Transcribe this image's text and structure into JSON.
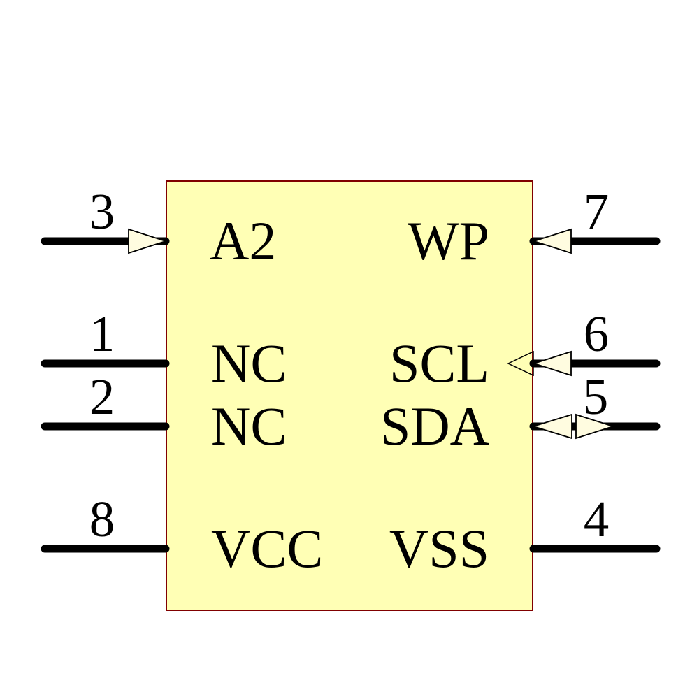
{
  "component": {
    "kind": "8-pin IC schematic symbol",
    "colors": {
      "background": "#FFFFFF",
      "body_fill": "#FFFFB5",
      "body_border": "#800000",
      "pin_line": "#000000",
      "arrow_fill": "#FFFCE0",
      "text": "#000000"
    },
    "pins": {
      "left": [
        {
          "number": "3",
          "label": "A2",
          "direction": "input"
        },
        {
          "number": "1",
          "label": "NC",
          "direction": "none"
        },
        {
          "number": "2",
          "label": "NC",
          "direction": "none"
        },
        {
          "number": "8",
          "label": "VCC",
          "direction": "none"
        }
      ],
      "right": [
        {
          "number": "7",
          "label": "WP",
          "direction": "input"
        },
        {
          "number": "6",
          "label": "SCL",
          "direction": "input-clock"
        },
        {
          "number": "5",
          "label": "SDA",
          "direction": "bidirectional"
        },
        {
          "number": "4",
          "label": "VSS",
          "direction": "none"
        }
      ]
    }
  }
}
